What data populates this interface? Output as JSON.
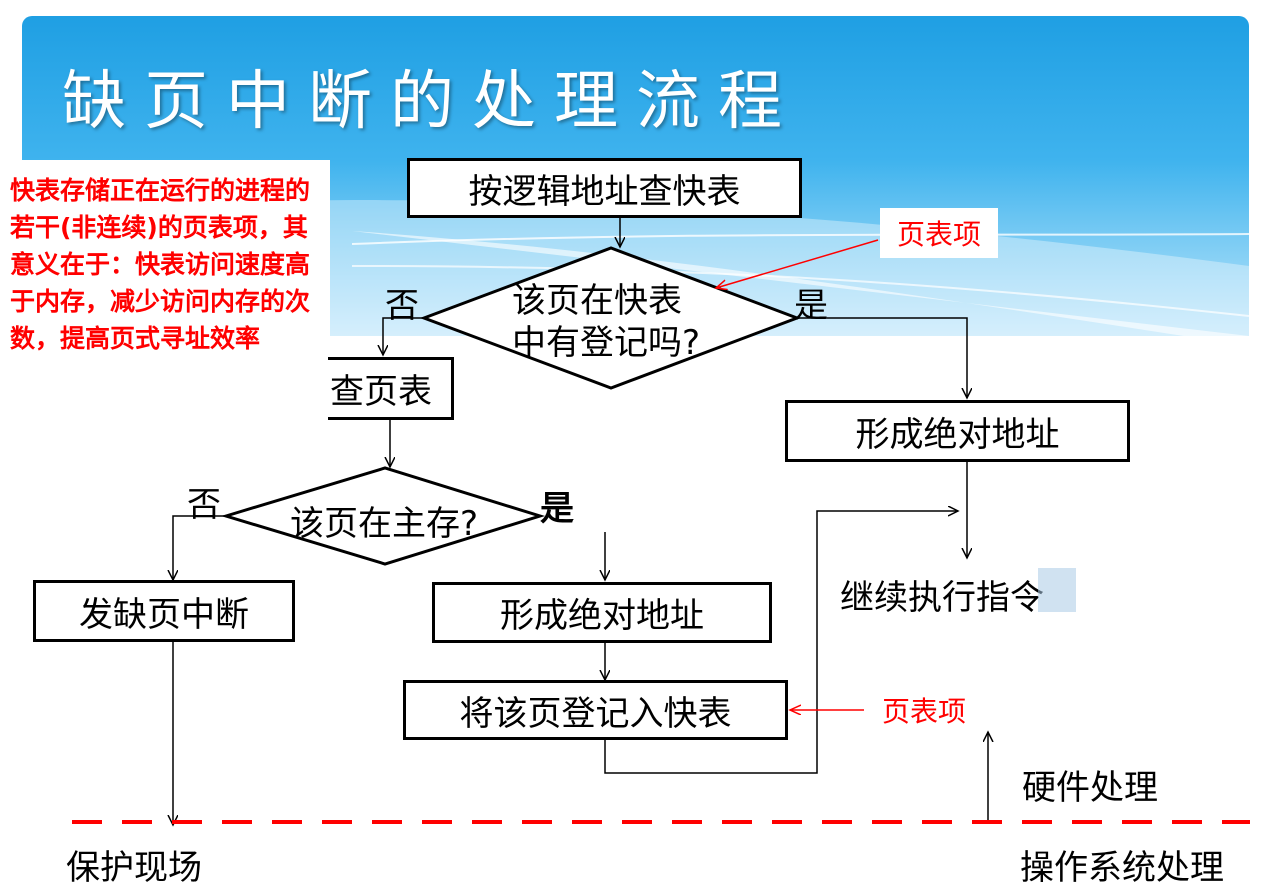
{
  "title": "缺页中断的处理流程",
  "note": "快表存储正在运行的进程的若干(非连续)的页表项，其意义在于：快表访问速度高于内存，减少访问内存的次数，提高页式寻址效率",
  "nodes": {
    "lookup_tlb": "按逻辑地址查快表",
    "in_tlb_line1": "该页在快表",
    "in_tlb_line2": "中有登记吗?",
    "lookup_page_table": "查页表",
    "in_memory": "该页在主存?",
    "page_fault": "发缺页中断",
    "form_addr_left": "形成绝对地址",
    "form_addr_right": "形成绝对地址",
    "register_tlb": "将该页登记入快表",
    "continue_exec": "继续执行指令"
  },
  "labels": {
    "no_1": "否",
    "yes_1": "是",
    "no_2": "否",
    "yes_2": "是",
    "pte_1": "页表项",
    "pte_2": "页表项",
    "hardware": "硬件处理",
    "os": "操作系统处理",
    "save_context": "保护现场"
  },
  "colors": {
    "header_blue": "#1f9fe3",
    "note_red": "#ff0000",
    "dashed_line": "#ff0000",
    "highlight": "#a9cbe6"
  }
}
